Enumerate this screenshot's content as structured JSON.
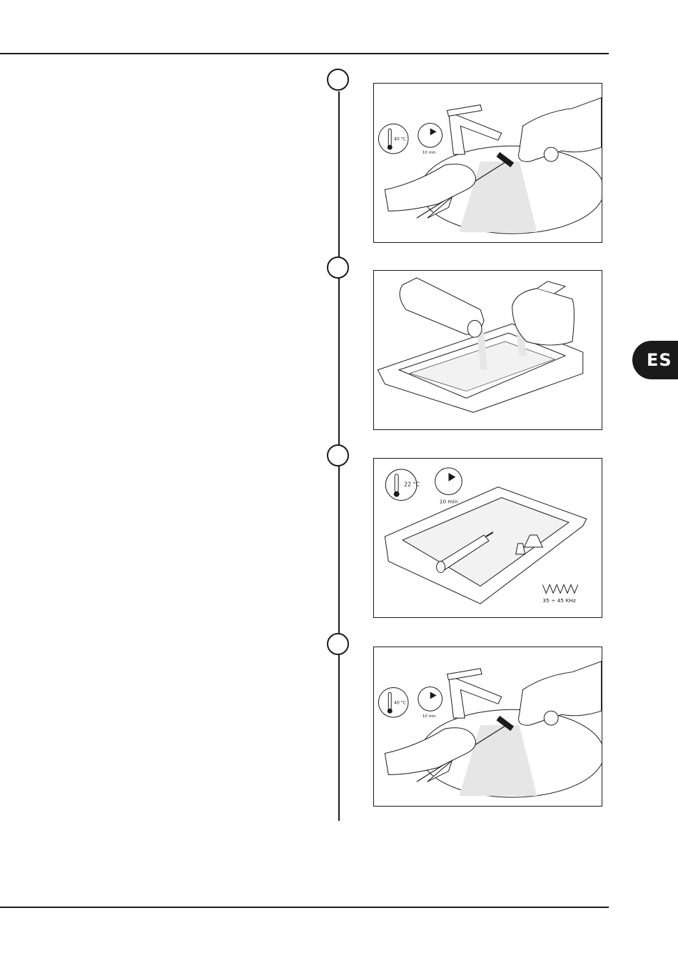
{
  "language_tab": "ES",
  "steps": [
    {
      "temperature": "40 °C",
      "time": "10 min"
    },
    {},
    {
      "temperature": "22 °C",
      "time": "10 min",
      "frequency": "35 ÷ 45 KHz"
    },
    {
      "temperature": "40 °C",
      "time": "10 min"
    }
  ]
}
